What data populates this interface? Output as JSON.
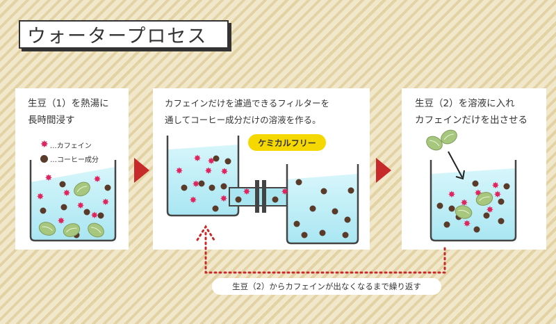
{
  "title": "ウォータープロセス",
  "step1": {
    "line1": "生豆（1）を熱湯に",
    "line2": "長時間浸す"
  },
  "legend": {
    "caffeine": "…カフェイン",
    "coffee": "…コーヒー成分"
  },
  "step2": {
    "line1": "カフェインだけを濾過できるフィルターを",
    "line2": "通してコーヒー成分だけの溶液を作る。",
    "filter_label": "ケミカルフリー"
  },
  "step3": {
    "line1": "生豆（2）を溶液に入れ",
    "line2": "カフェインだけを出させる"
  },
  "loop_label": "生豆（2）からカフェインが出なくなるまで繰り返す",
  "colors": {
    "caffeine": "#e0245e",
    "coffee": "#5a3a28",
    "bean": "#a7c77e",
    "arrow": "#c62a2a",
    "water": "#bfeef7",
    "filter": "#f5d800"
  }
}
